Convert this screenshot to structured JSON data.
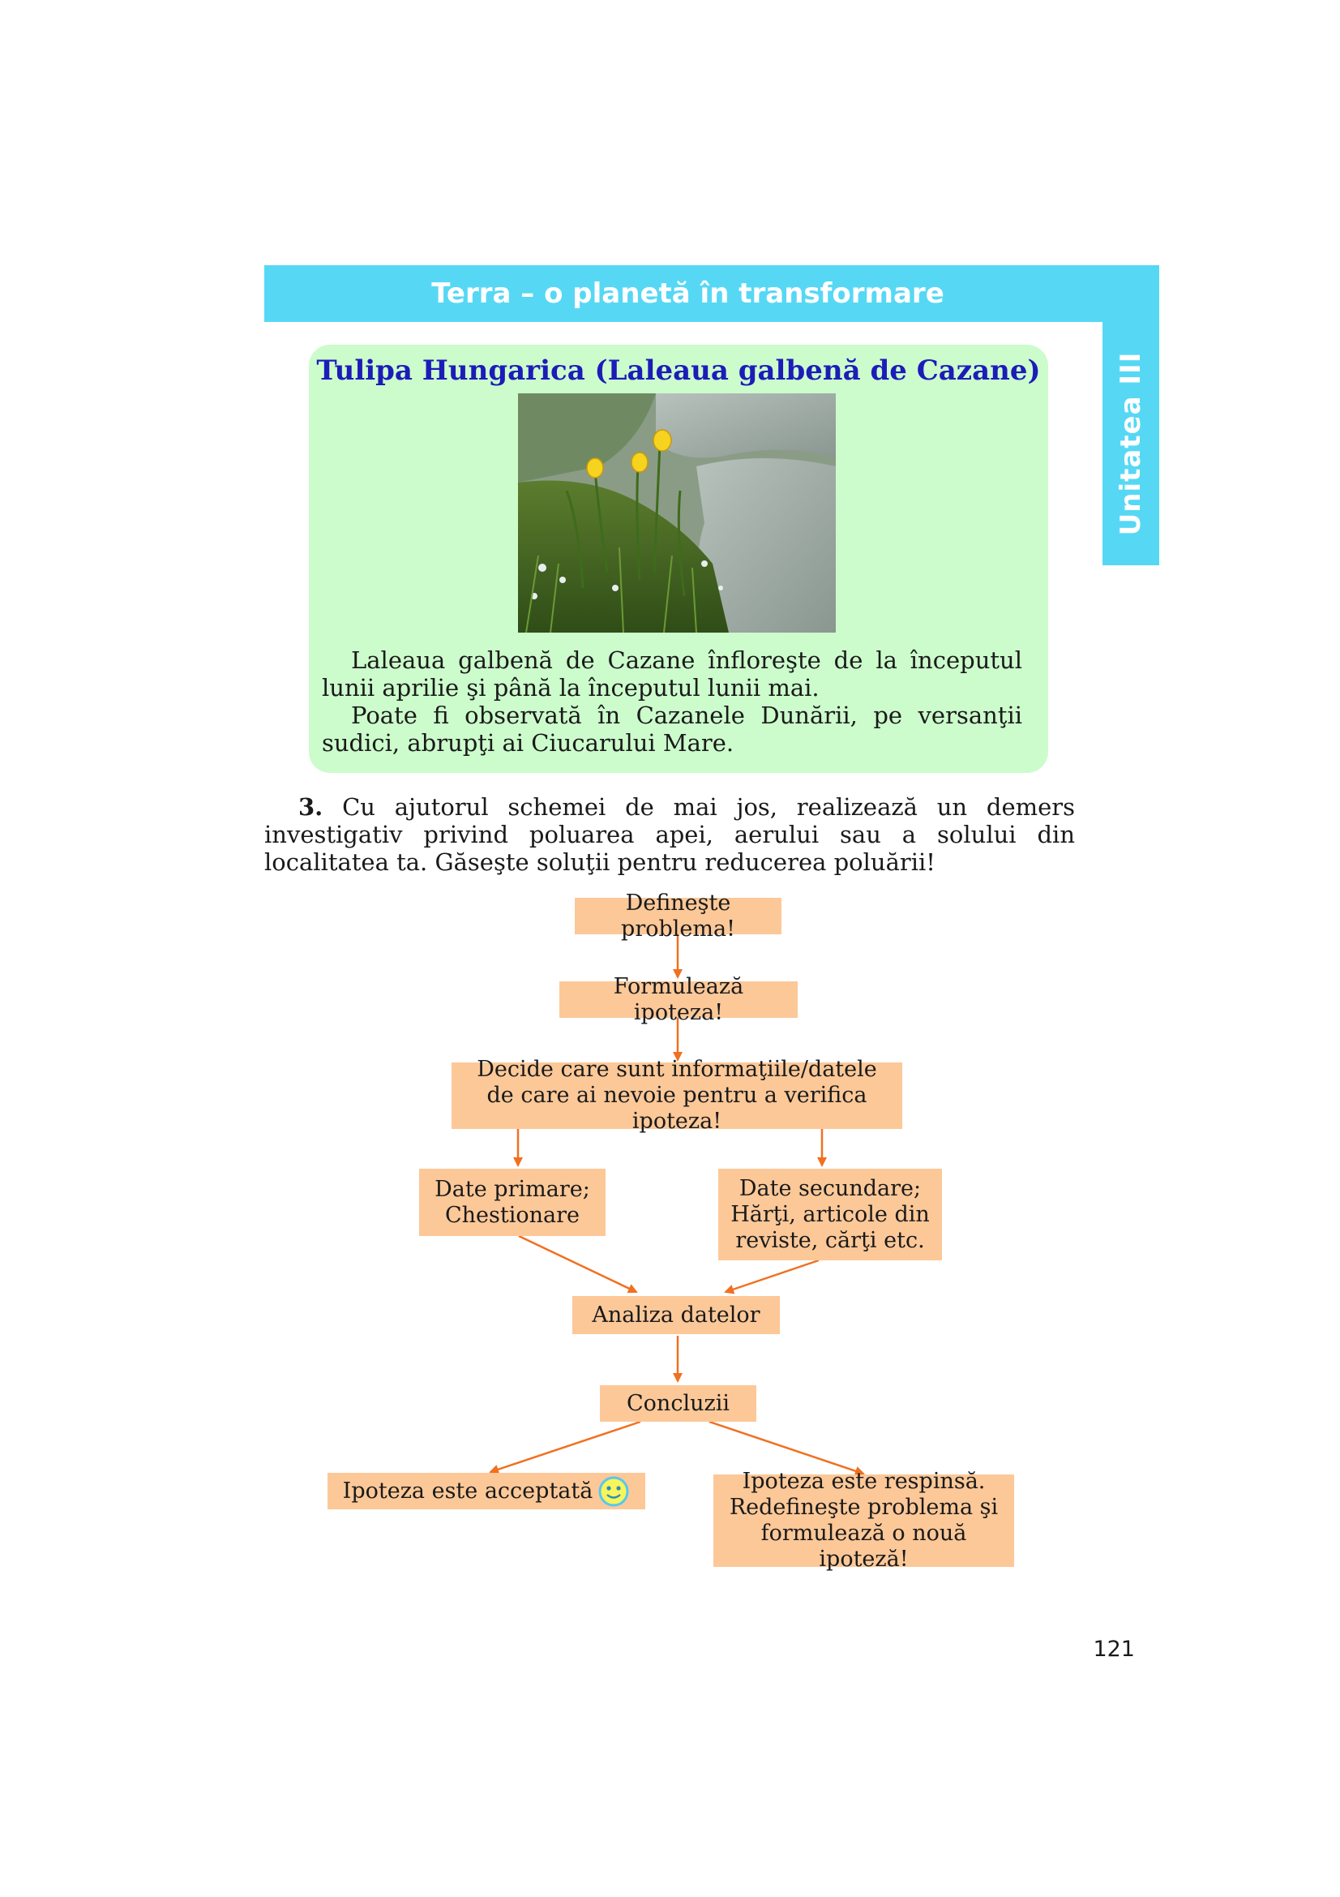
{
  "header": {
    "title": "Terra – o planetă în transformare",
    "side_tab": "Unitatea III",
    "accent_color": "#56d8f5"
  },
  "info_box": {
    "title": "Tulipa Hungarica (Laleaua galbenă de Cazane)",
    "image_subject": "yellow tulips among grass and rocks",
    "paragraphs": [
      "Laleaua galbenă de Cazane înfloreşte de la începutul lunii aprilie şi până la începutul lunii mai.",
      "Poate fi observată în Cazanele Dunării, pe versanţii sudici, abrupţi ai Ciucarului Mare."
    ],
    "background_color": "#ccfccc",
    "title_color": "#1c1cb8"
  },
  "exercise": {
    "number": "3.",
    "text": "Cu ajutorul schemei de mai jos, realizează un demers investigativ privind poluarea apei, aerului sau a solului din localitatea ta. Găseşte soluţii pentru reducerea poluării!"
  },
  "flowchart": {
    "box_color": "#fcc898",
    "arrow_color": "#f07020",
    "steps": {
      "define": "Defineşte problema!",
      "hypothesis": "Formulează ipoteza!",
      "decide_line1": "Decide care sunt informaţiile/datele",
      "decide_line2": "de care ai nevoie pentru a verifica ipoteza!",
      "primary_line1": "Date primare;",
      "primary_line2": "Chestionare",
      "secondary_line1": "Date secundare;",
      "secondary_line2": "Hărţi, articole din",
      "secondary_line3": "reviste, cărţi etc.",
      "analysis": "Analiza datelor",
      "conclusions": "Concluzii",
      "accepted": "Ipoteza este acceptată",
      "rejected_line1": "Ipoteza este respinsă.",
      "rejected_line2": "Redefineşte problema şi",
      "rejected_line3": "formulează o nouă ipoteză!"
    },
    "accepted_icon": "smiley-icon"
  },
  "footer": {
    "page_number": "121"
  }
}
